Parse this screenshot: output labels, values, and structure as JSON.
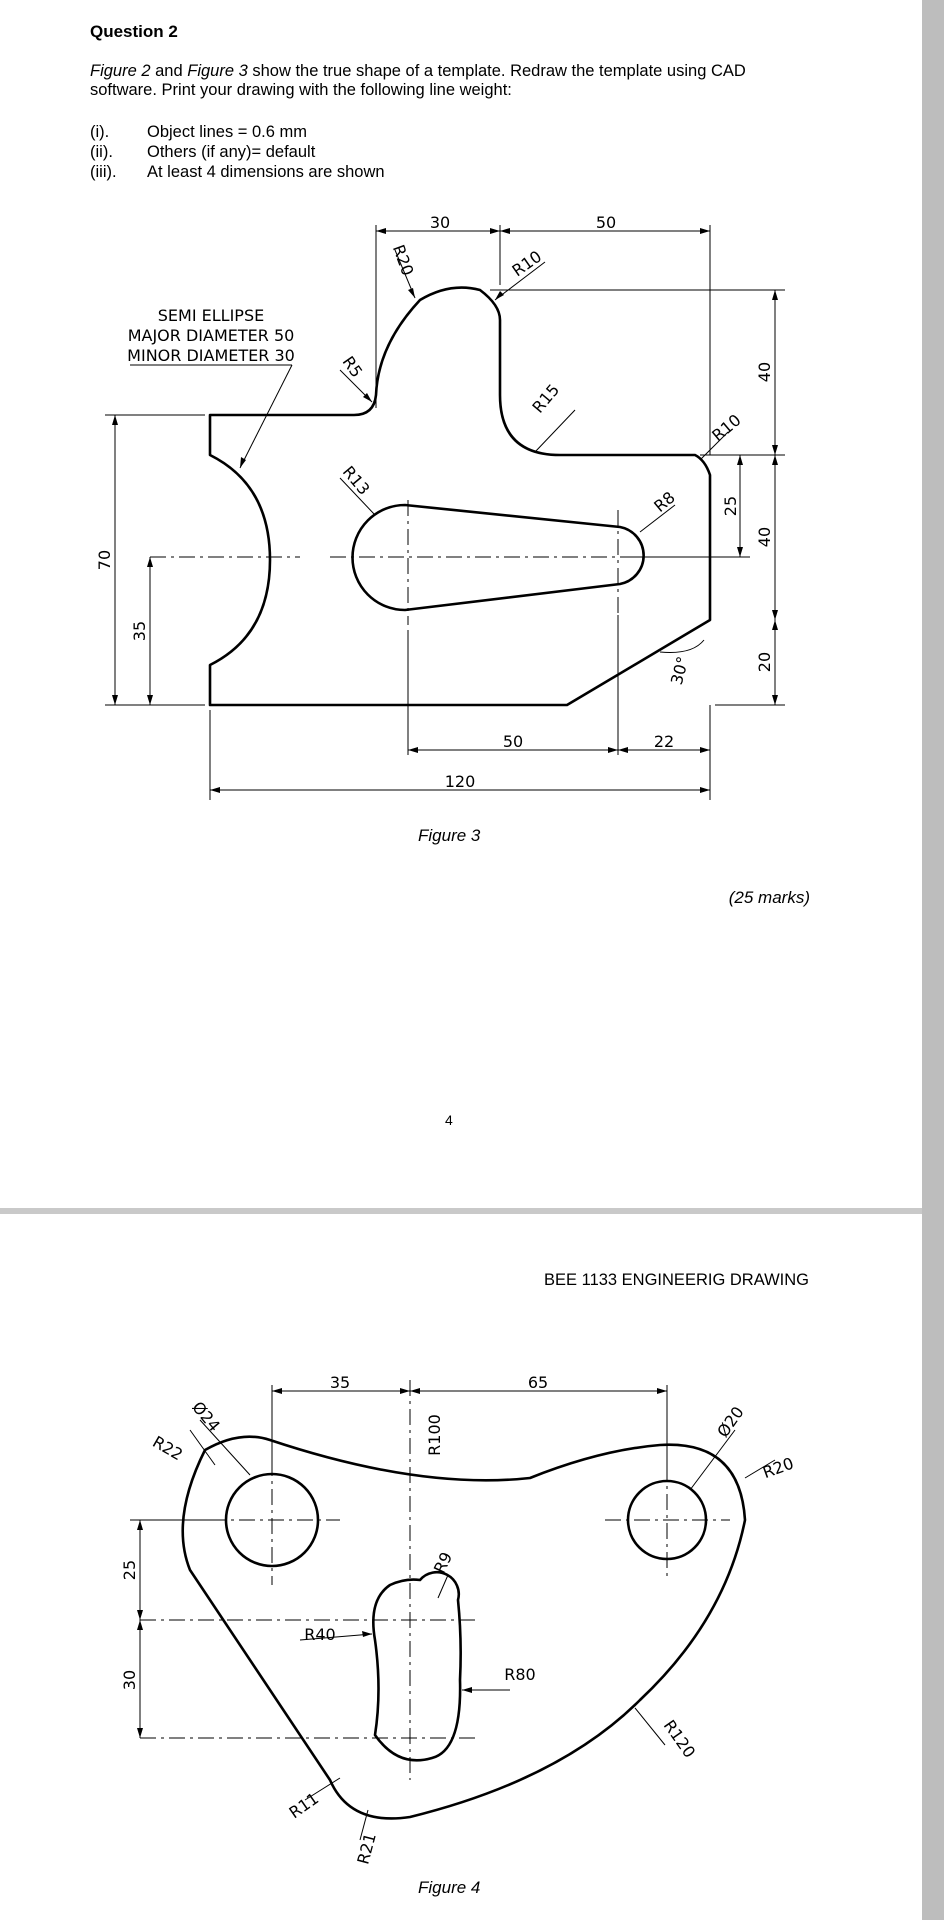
{
  "question": {
    "heading": "Question 2",
    "intro_figure_a": "Figure 2",
    "intro_and": " and ",
    "intro_figure_b": "Figure 3",
    "intro_rest": " show the true shape of a template. Redraw the template using CAD software. Print your drawing with the following line weight:",
    "requirements": [
      {
        "num": "(i).",
        "text": "Object lines = 0.6 mm"
      },
      {
        "num": "(ii).",
        "text": "Others (if any)= default"
      },
      {
        "num": "(iii).",
        "text": "At least 4 dimensions are shown"
      }
    ]
  },
  "figure3": {
    "caption": "Figure 3",
    "note_line1": "SEMI ELLIPSE",
    "note_line2": "MAJOR DIAMETER 50",
    "note_line3": "MINOR DIAMETER 30",
    "dims": {
      "d30": "30",
      "d50top": "50",
      "d40a": "40",
      "d25": "25",
      "d40b": "40",
      "d20": "20",
      "d70": "70",
      "d35": "35",
      "d50bot": "50",
      "d22": "22",
      "d120": "120",
      "angle": "30°"
    },
    "radii": {
      "r20": "R20",
      "r10a": "R10",
      "r5": "R5",
      "r15": "R15",
      "r10b": "R10",
      "r13": "R13",
      "r8": "R8"
    }
  },
  "marks": "(25 marks)",
  "page_number": "4",
  "course_header": "BEE 1133 ENGINEERIG DRAWING",
  "figure4": {
    "caption": "Figure 4",
    "dims": {
      "d35": "35",
      "d65": "65",
      "d25": "25",
      "d30": "30"
    },
    "labels": {
      "dia24": "Ø24",
      "r22": "R22",
      "r100": "R100",
      "dia20": "Ø20",
      "r20": "R20",
      "r9": "R9",
      "r40": "R40",
      "r80": "R80",
      "r11": "R11",
      "r21": "R21",
      "r120": "R120"
    }
  }
}
